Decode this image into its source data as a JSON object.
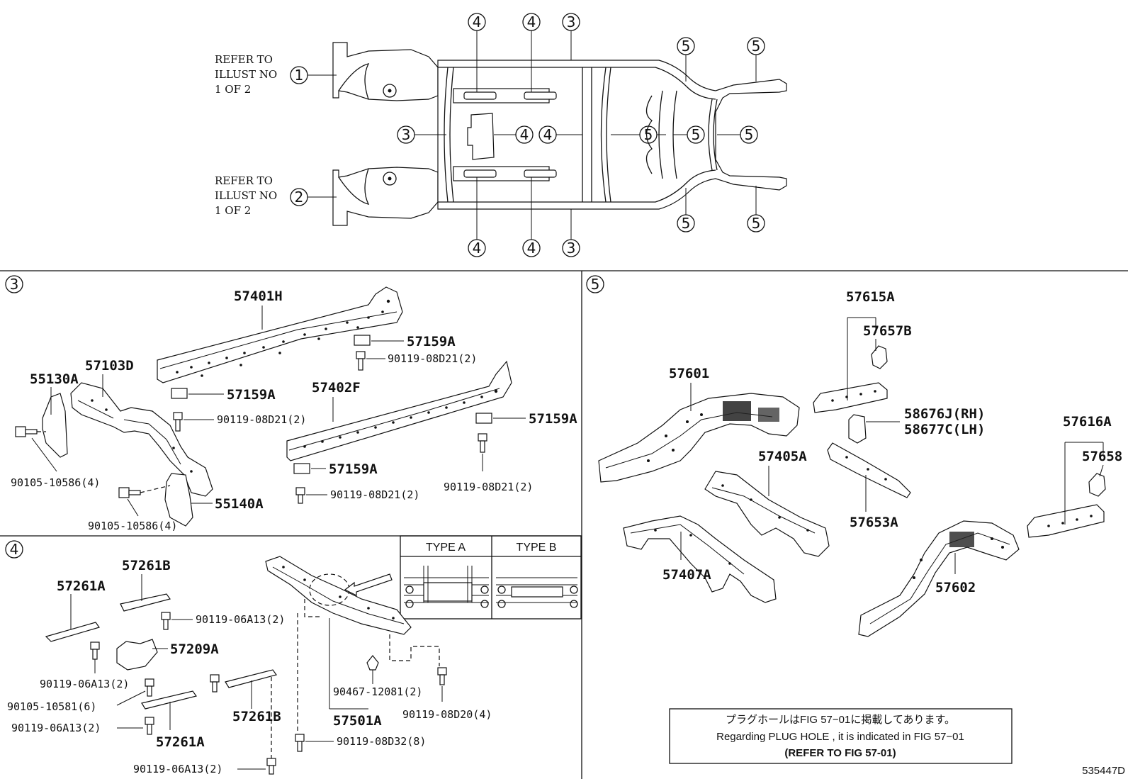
{
  "figure_id": "535447D",
  "overview": {
    "refer_top": [
      "REFER TO",
      "ILLUST NO",
      "1 OF 2"
    ],
    "refer_bottom": [
      "REFER TO",
      "ILLUST NO",
      "1 OF 2"
    ],
    "callouts": [
      "1",
      "2",
      "3",
      "4",
      "5"
    ]
  },
  "section3": {
    "number": "3",
    "parts": {
      "p57401H": "57401H",
      "p57159A_1": "57159A",
      "b90119_08D21_1": "90119-08D21(2)",
      "p55130A": "55130A",
      "p57103D": "57103D",
      "p57402F": "57402F",
      "p57159A_2": "57159A",
      "b90119_08D21_2": "90119-08D21(2)",
      "p57159A_3": "57159A",
      "b90105_10586_1": "90105-10586(4)",
      "p57159A_4": "57159A",
      "b90119_08D21_3": "90119-08D21(2)",
      "b90119_08D21_4": "90119-08D21(2)",
      "b90105_10586_2": "90105-10586(4)",
      "p55140A": "55140A"
    }
  },
  "section4": {
    "number": "4",
    "type_a": "TYPE A",
    "type_b": "TYPE B",
    "parts": {
      "p57261B_1": "57261B",
      "p57261A_1": "57261A",
      "b90119_06A13_1": "90119-06A13(2)",
      "p57209A": "57209A",
      "b90119_06A13_2": "90119-06A13(2)",
      "b90105_10581": "90105-10581(6)",
      "b90119_06A13_3": "90119-06A13(2)",
      "p57261A_2": "57261A",
      "p57261B_2": "57261B",
      "b90119_06A13_4": "90119-06A13(2)",
      "b90467_12081": "90467-12081(2)",
      "p57501A": "57501A",
      "b90119_08D20": "90119-08D20(4)",
      "b90119_08D32": "90119-08D32(8)"
    }
  },
  "section5": {
    "number": "5",
    "parts": {
      "p57615A": "57615A",
      "p57657B": "57657B",
      "p57601": "57601",
      "p58676J": "58676J(RH)",
      "p58677C": "58677C(LH)",
      "p57616A": "57616A",
      "p57658": "57658",
      "p57405A": "57405A",
      "p57653A": "57653A",
      "p57407A": "57407A",
      "p57602": "57602"
    },
    "note": {
      "line1": "プラグホールはFIG 57−01に掲載してあります。",
      "line2": "Regarding PLUG HOLE , it is indicated in FIG 57−01",
      "line3": "(REFER TO FIG 57-01)"
    }
  }
}
